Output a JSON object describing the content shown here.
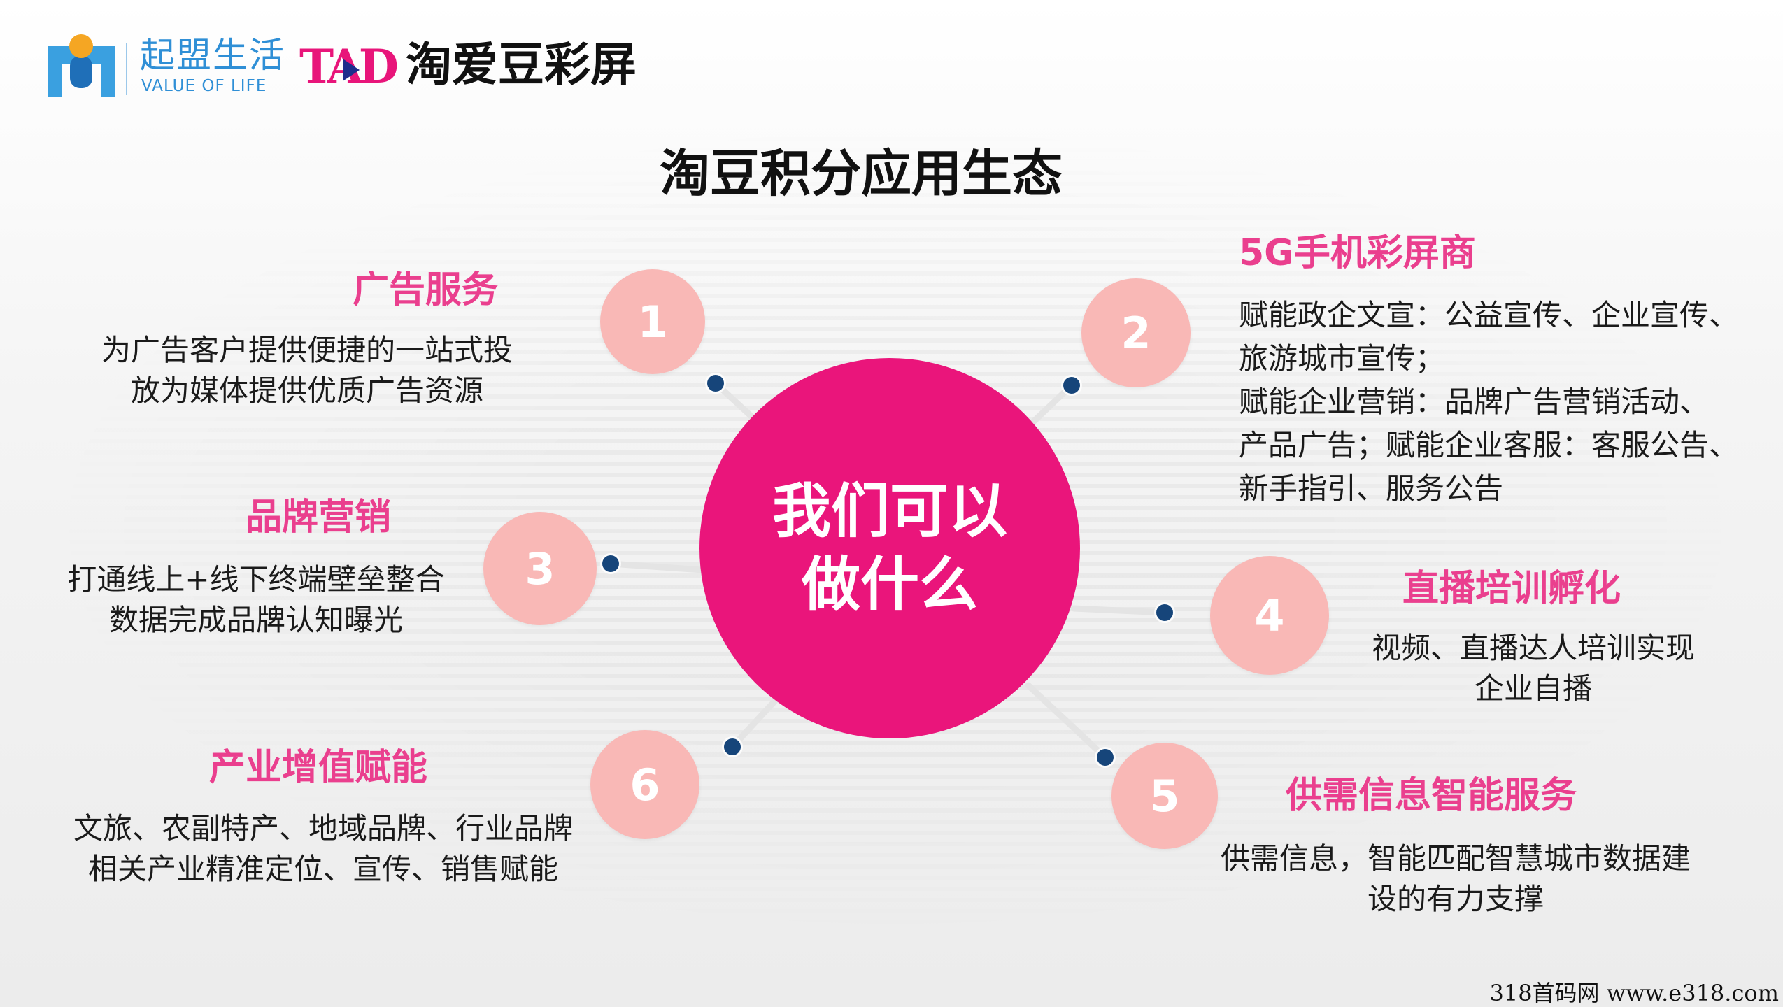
{
  "header": {
    "brand1_cn": "起盟生活",
    "brand1_en": "VALUE OF LIFE",
    "brand2_logo": "TAD",
    "brand2_name": "淘爱豆彩屏"
  },
  "title": "淘豆积分应用生态",
  "center": {
    "line1": "我们可以",
    "line2": "做什么"
  },
  "items": [
    {
      "num": "1",
      "heading": "广告服务",
      "lines": [
        "为广告客户提供便捷的一站式投",
        "放为媒体提供优质广告资源"
      ]
    },
    {
      "num": "2",
      "heading": "5G手机彩屏商",
      "lines": [
        "赋能政企文宣：公益宣传、企业宣传、",
        "旅游城市宣传；",
        "赋能企业营销：品牌广告营销活动、",
        "产品广告；赋能企业客服：客服公告、",
        "新手指引、服务公告"
      ]
    },
    {
      "num": "3",
      "heading": "品牌营销",
      "lines": [
        "打通线上+线下终端壁垒整合",
        "数据完成品牌认知曝光"
      ]
    },
    {
      "num": "4",
      "heading": "直播培训孵化",
      "lines": [
        "视频、直播达人培训实现",
        "企业自播"
      ]
    },
    {
      "num": "5",
      "heading": "供需信息智能服务",
      "lines": [
        "供需信息，智能匹配智慧城市数据建",
        "设的有力支撑"
      ]
    },
    {
      "num": "6",
      "heading": "产业增值赋能",
      "lines": [
        "文旅、农副特产、地域品牌、行业品牌",
        "相关产业精准定位、宣传、销售赋能"
      ]
    }
  ],
  "watermark": "318首码网 www.e318.com",
  "colors": {
    "accent": "#ea157b",
    "heading": "#ea3f8e",
    "number_circle": "#f9b8b6",
    "dot": "#16457a",
    "brand_blue": "#2f8fd6"
  }
}
